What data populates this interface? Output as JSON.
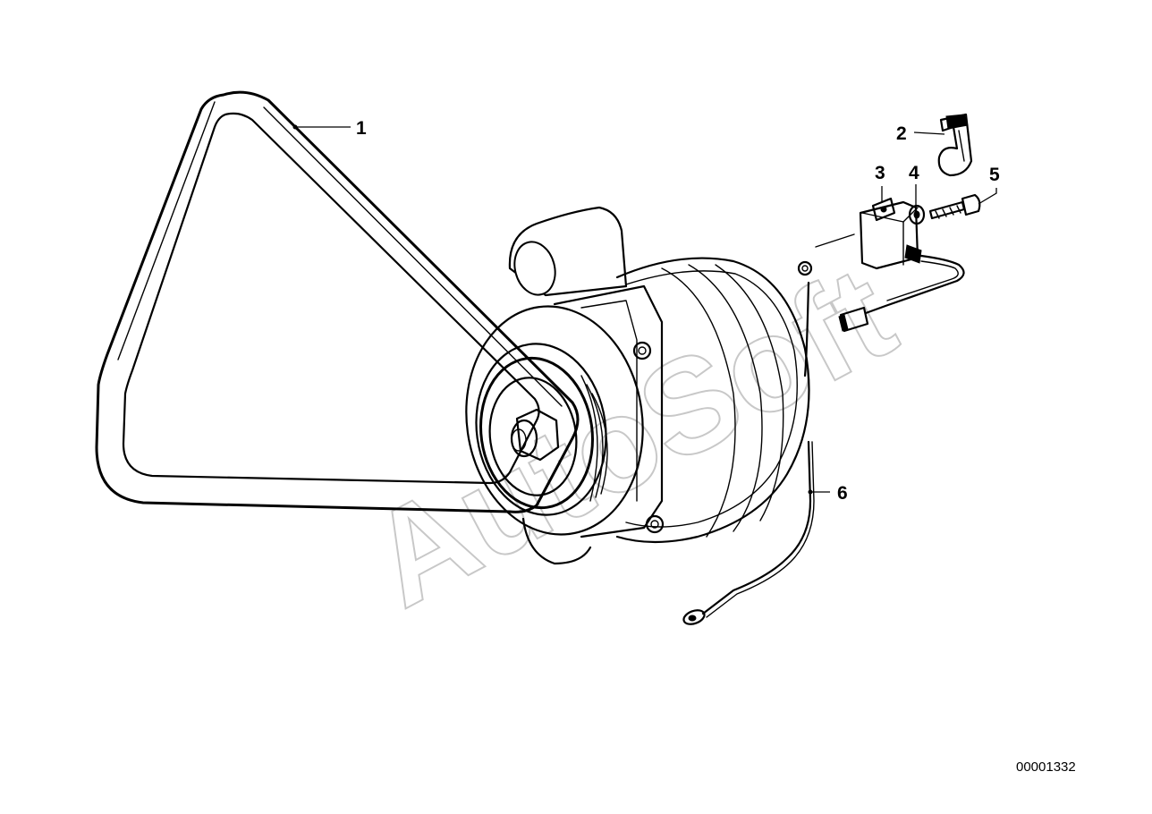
{
  "diagram": {
    "callouts": [
      "1",
      "2",
      "3",
      "4",
      "5",
      "6"
    ],
    "document_number": "00001332",
    "watermark": "AutoSoft"
  },
  "colors": {
    "ink": "#000000",
    "watermark": "#c8c8c8",
    "background": "#ffffff"
  }
}
